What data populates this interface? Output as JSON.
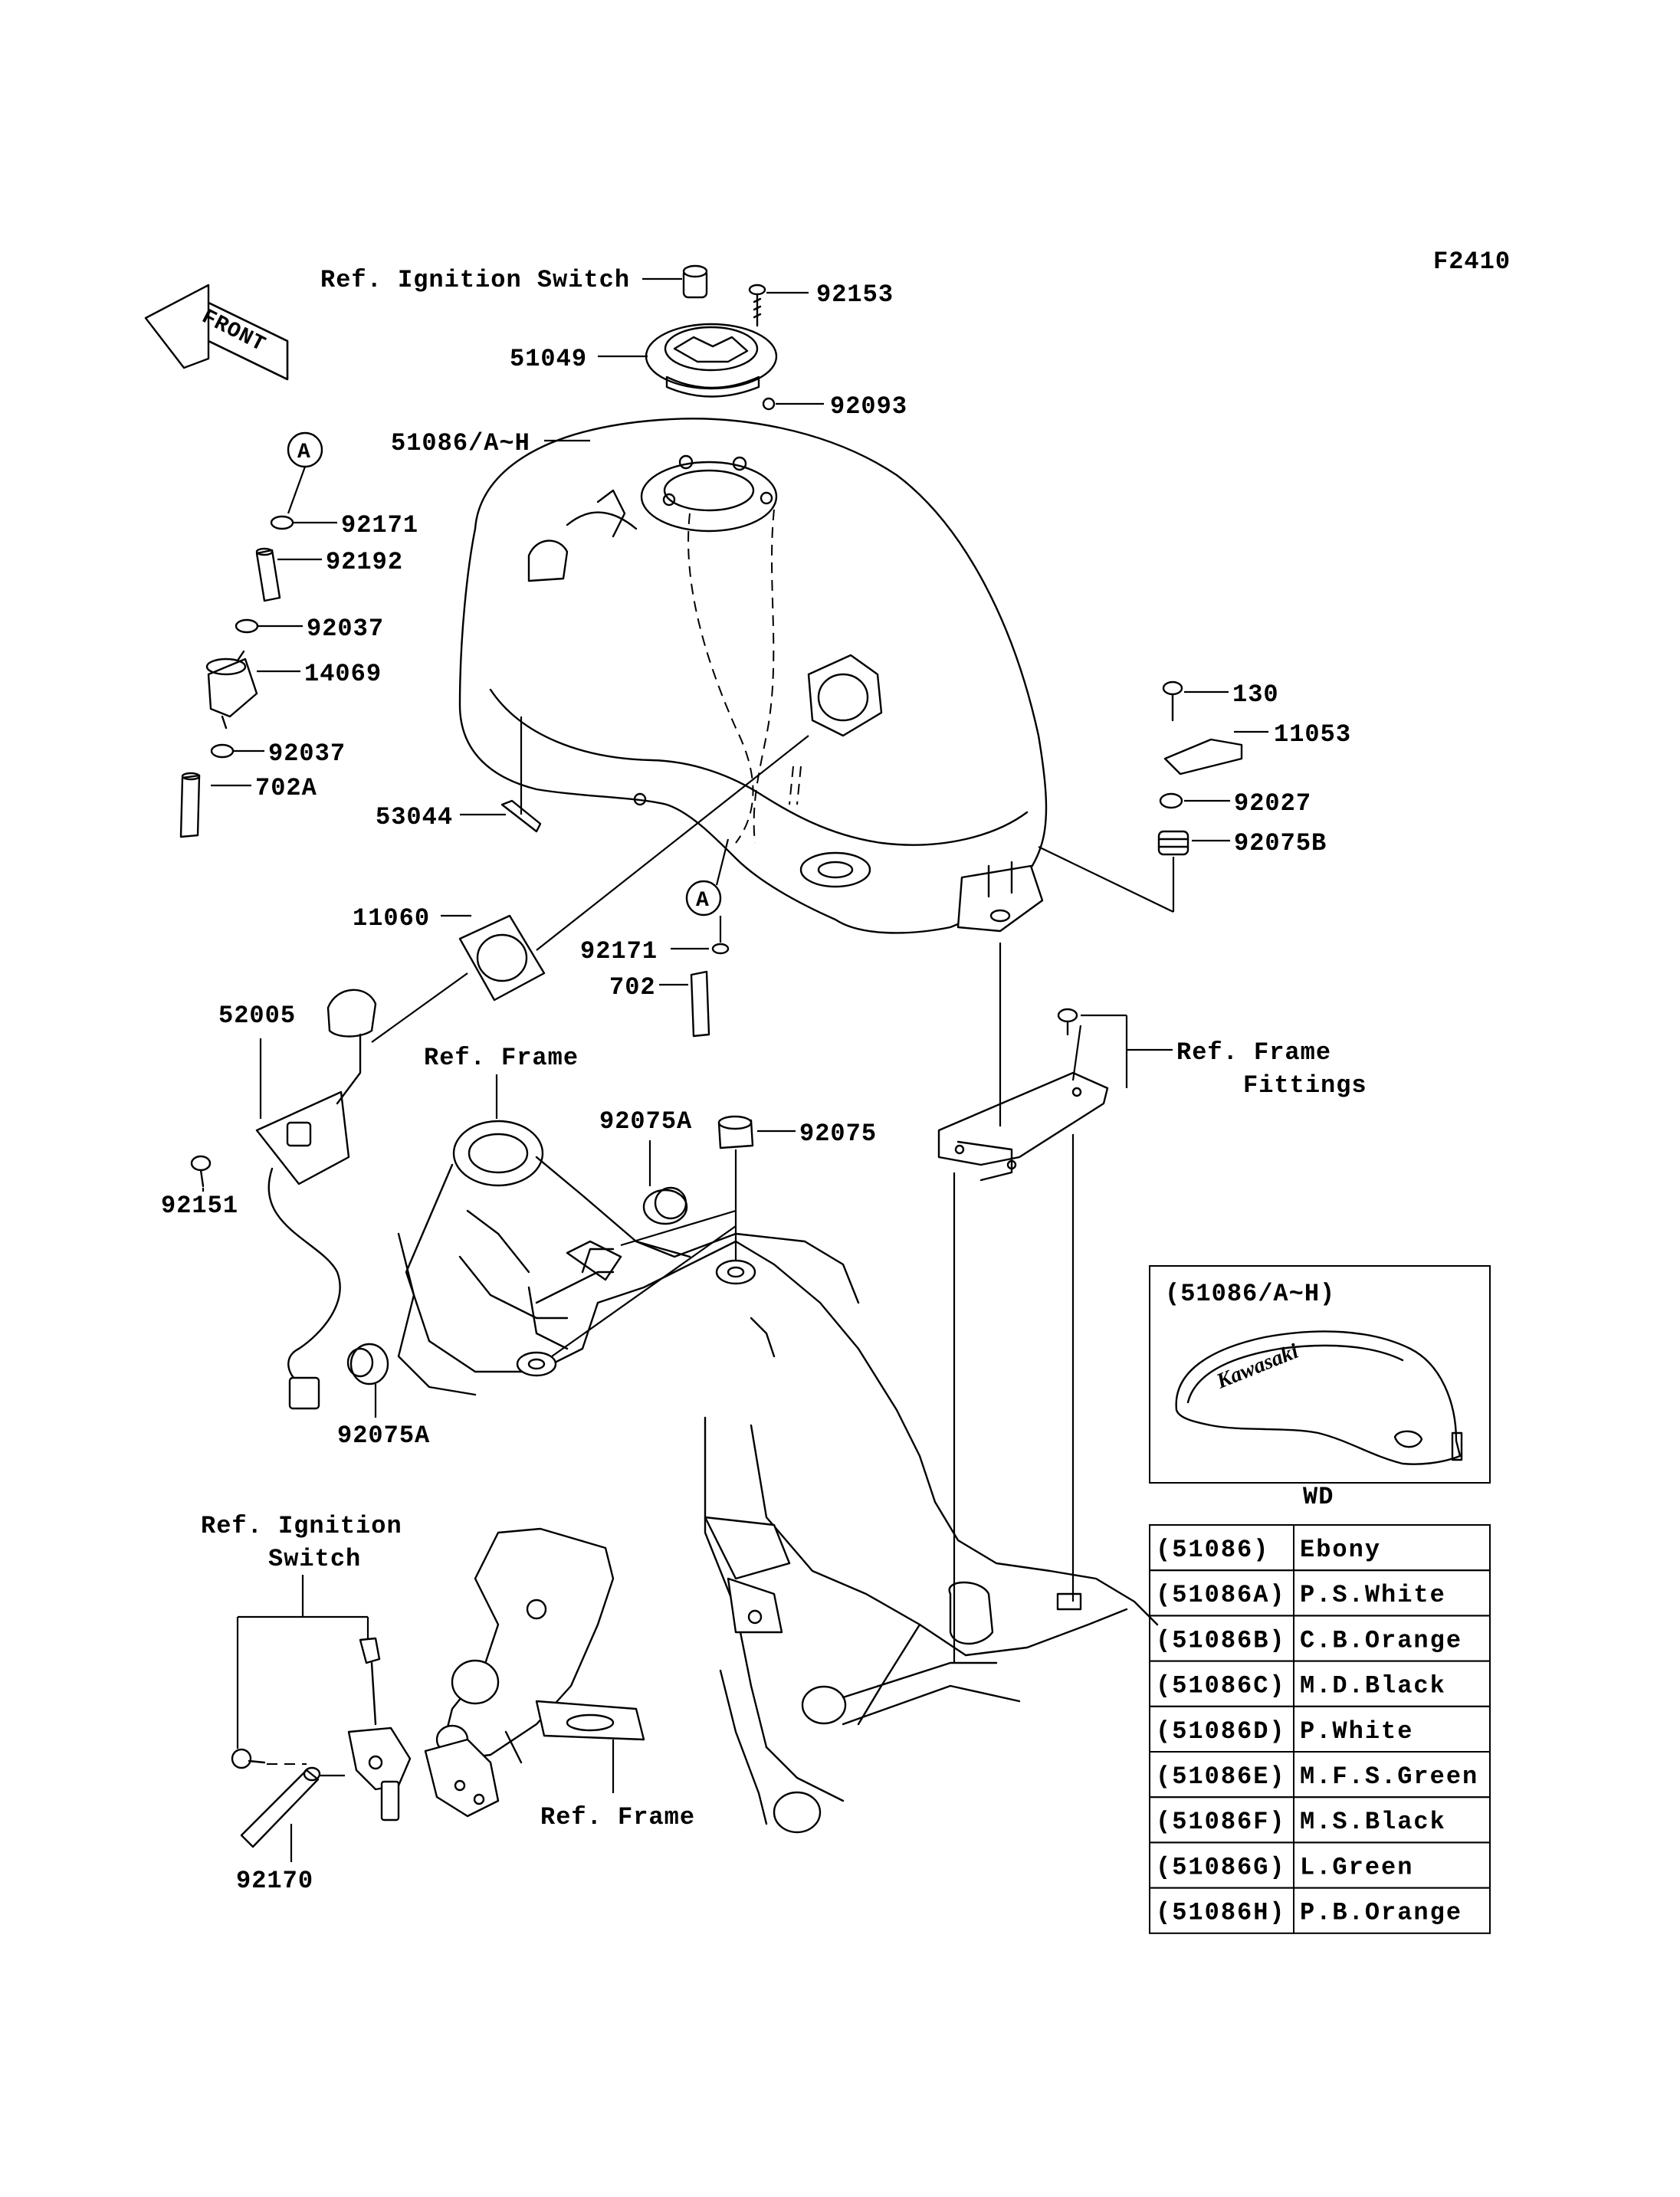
{
  "figure_id": "F2410",
  "front_arrow_text": "FRONT",
  "callout_marker": "A",
  "refs": {
    "ignition_switch_top": "Ref. Ignition Switch",
    "frame_top": "Ref. Frame",
    "frame_fittings_1": "Ref. Frame",
    "frame_fittings_2": "Fittings",
    "ignition_switch_bottom_1": "Ref. Ignition",
    "ignition_switch_bottom_2": "Switch",
    "frame_bottom": "Ref. Frame"
  },
  "parts": {
    "p92153": "92153",
    "p51049": "51049",
    "p92093": "92093",
    "p51086": "51086/A~H",
    "p92171_a": "92171",
    "p92192": "92192",
    "p92037_a": "92037",
    "p14069": "14069",
    "p92037_b": "92037",
    "p702A": "702A",
    "p53044": "53044",
    "p11060": "11060",
    "p52005": "52005",
    "p92151": "92151",
    "p92171_b": "92171",
    "p702": "702",
    "p92075A_a": "92075A",
    "p92075": "92075",
    "p92075A_b": "92075A",
    "p130": "130",
    "p11053": "11053",
    "p92027": "92027",
    "p92075B": "92075B",
    "p92170": "92170"
  },
  "inset": {
    "title": "(51086/A~H)",
    "brand": "Kawasaki",
    "caption": "WD"
  },
  "color_table": [
    {
      "code": "(51086)",
      "color": "Ebony"
    },
    {
      "code": "(51086A)",
      "color": "P.S.White"
    },
    {
      "code": "(51086B)",
      "color": "C.B.Orange"
    },
    {
      "code": "(51086C)",
      "color": "M.D.Black"
    },
    {
      "code": "(51086D)",
      "color": "P.White"
    },
    {
      "code": "(51086E)",
      "color": "M.F.S.Green"
    },
    {
      "code": "(51086F)",
      "color": "M.S.Black"
    },
    {
      "code": "(51086G)",
      "color": "L.Green"
    },
    {
      "code": "(51086H)",
      "color": "P.B.Orange"
    }
  ]
}
